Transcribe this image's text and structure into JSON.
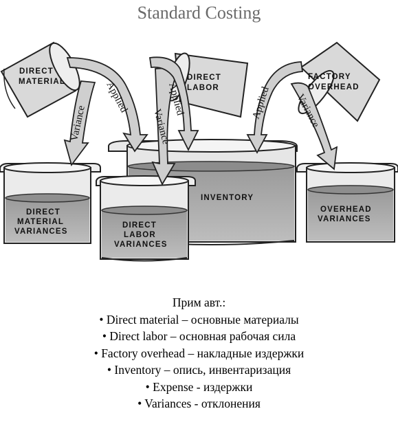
{
  "title": "Standard Costing",
  "buckets": {
    "direct_material": [
      "DIRECT",
      "MATERIAL"
    ],
    "direct_labor": [
      "DIRECT",
      "LABOR"
    ],
    "factory_overhead": [
      "FACTORY",
      "OVERHEAD"
    ]
  },
  "arrows": {
    "variance": "Variance",
    "applied": "Applied"
  },
  "containers": {
    "dm_variances": [
      "DIRECT",
      "MATERIAL",
      "VARIANCES"
    ],
    "dl_variances": [
      "DIRECT",
      "LABOR",
      "VARIANCES"
    ],
    "inventory": "INVENTORY",
    "overhead_variances": [
      "OVERHEAD",
      "VARIANCES"
    ]
  },
  "notes": {
    "heading": "Прим авт.:",
    "items": [
      "• Direct material – основные материалы",
      "• Direct labor – основная рабочая сила",
      "• Factory overhead – накладные издержки",
      "• Inventory – опись, инвентаризация",
      "• Expense - издержки",
      "• Variances - отклонения"
    ]
  }
}
